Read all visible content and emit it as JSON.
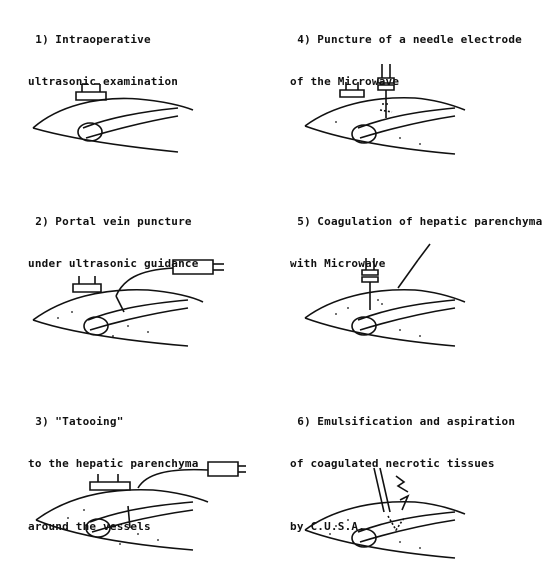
{
  "steps": [
    {
      "num": "1)",
      "lines": [
        "Intraoperative",
        "ultrasonic examination"
      ]
    },
    {
      "num": "2)",
      "lines": [
        "Portal vein puncture",
        "under ultrasonic guidance"
      ]
    },
    {
      "num": "3)",
      "lines": [
        "\"Tatooing\"",
        "to the hepatic parenchyma",
        "around the vessels"
      ]
    },
    {
      "num": "4)",
      "lines": [
        "Puncture of a needle electrode",
        "of the Microwave"
      ]
    },
    {
      "num": "5)",
      "lines": [
        "Coagulation of hepatic parenchyma",
        "with Microwave"
      ]
    },
    {
      "num": "6)",
      "lines": [
        "Emulsification and aspiration",
        "of coagulated necrotic tissues",
        "by C.U.S.A."
      ]
    }
  ]
}
